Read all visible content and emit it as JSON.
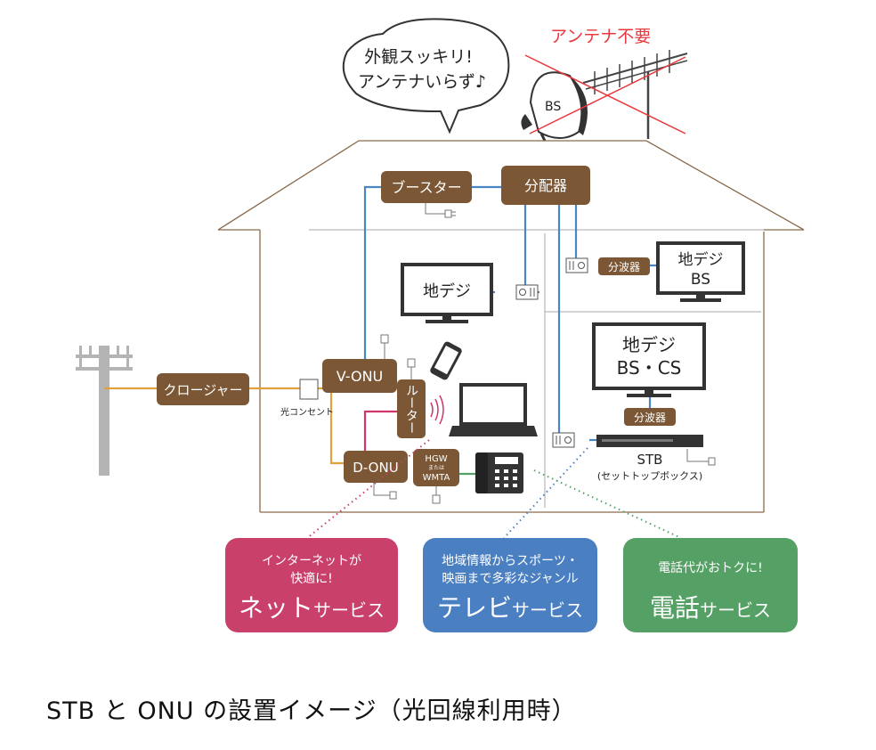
{
  "bubble": {
    "line1": "外観スッキリ!",
    "line2": "アンテナいらず♪"
  },
  "antenna_note": "アンテナ不要",
  "dish_label": "BS",
  "devices": {
    "booster": "ブースター",
    "splitter": "分配器",
    "tv1": "地デジ",
    "tv2_line1": "地デジ",
    "tv2_line2": "BS",
    "tv3_line1": "地デジ",
    "tv3_line2": "BS・CS",
    "wave_splitter_1": "分波器",
    "wave_splitter_2": "分波器",
    "closure": "クロージャー",
    "optical_outlet": "光コンセント",
    "v_onu": "V-ONU",
    "router": "ルーター",
    "d_onu": "D-ONU",
    "hgw_line1": "HGW",
    "hgw_line2": "または",
    "hgw_line3": "WMTA",
    "stb_label": "STB",
    "stb_sub": "(セットトップボックス)"
  },
  "services": [
    {
      "sub1": "インターネットが",
      "sub2": "快適に!",
      "big": "ネット",
      "suffix": "サービス",
      "color": "#c9416a"
    },
    {
      "sub1": "地域情報からスポーツ・",
      "sub2": "映画まで多彩なジャンル",
      "big": "テレビ",
      "suffix": "サービス",
      "color": "#4a7fc1"
    },
    {
      "sub1": "電話代がおトクに!",
      "sub2": "",
      "big": "電話",
      "suffix": "サービス",
      "color": "#55a065"
    }
  ],
  "caption": "STB と ONU の設置イメージ（光回線利用時）",
  "colors": {
    "box_brown": "#7b5735",
    "fiber_orange": "#e2a13b",
    "coax_blue": "#4a86c6",
    "lan_pink": "#d2356b",
    "phone_green": "#55a065",
    "x_red": "#e8383d"
  }
}
